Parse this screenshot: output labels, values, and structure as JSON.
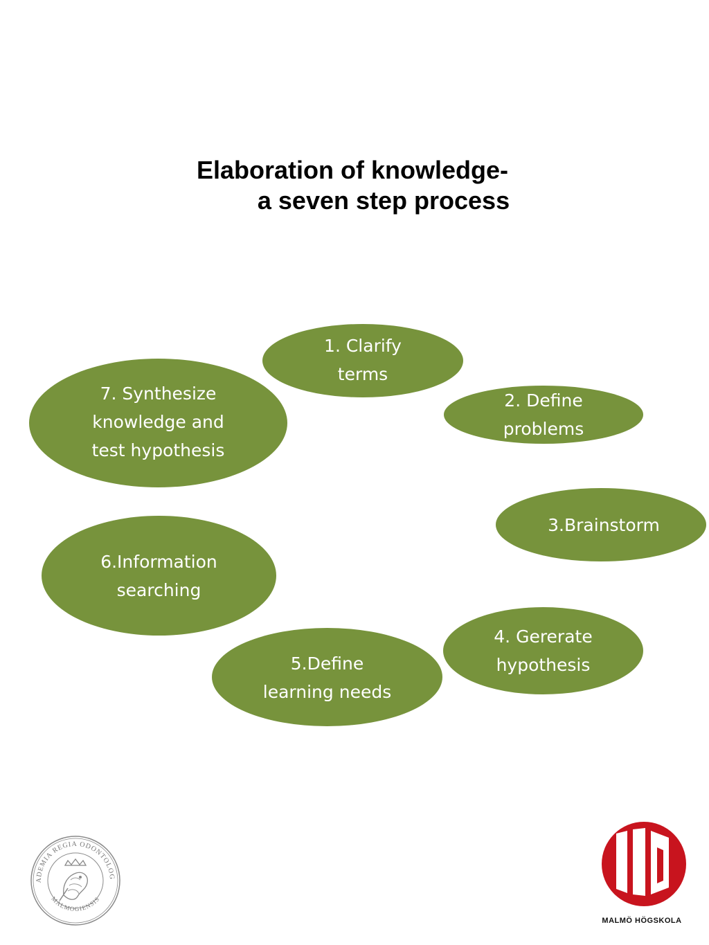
{
  "title": {
    "line1": "Elaboration of knowledge-",
    "line2": "a seven step process"
  },
  "steps": [
    {
      "line1": "1. Clarify",
      "line2": "terms"
    },
    {
      "line1": "2. Define",
      "line2": "problems"
    },
    {
      "line1": "3.Brainstorm"
    },
    {
      "line1": "4. Gererate",
      "line2": "hypothesis"
    },
    {
      "line1": "5.Define",
      "line2": "learning needs"
    },
    {
      "line1": "6.Information",
      "line2": "searching"
    },
    {
      "line1": "7. Synthesize",
      "line2": "knowledge and",
      "line3": "test hypothesis"
    }
  ],
  "colors": {
    "ellipse_fill": "#77933c",
    "ellipse_text": "#ffffff",
    "logo_red": "#c8141e"
  },
  "seal": {
    "icon": "academia-seal-icon",
    "text_top": "ACADEMIA REGIA ODONTOLOGICA",
    "text_bottom": "MALMOGIENSIS"
  },
  "logo": {
    "icon": "malmo-hogskola-logo-icon",
    "text": "MALMÖ HÖGSKOLA"
  }
}
